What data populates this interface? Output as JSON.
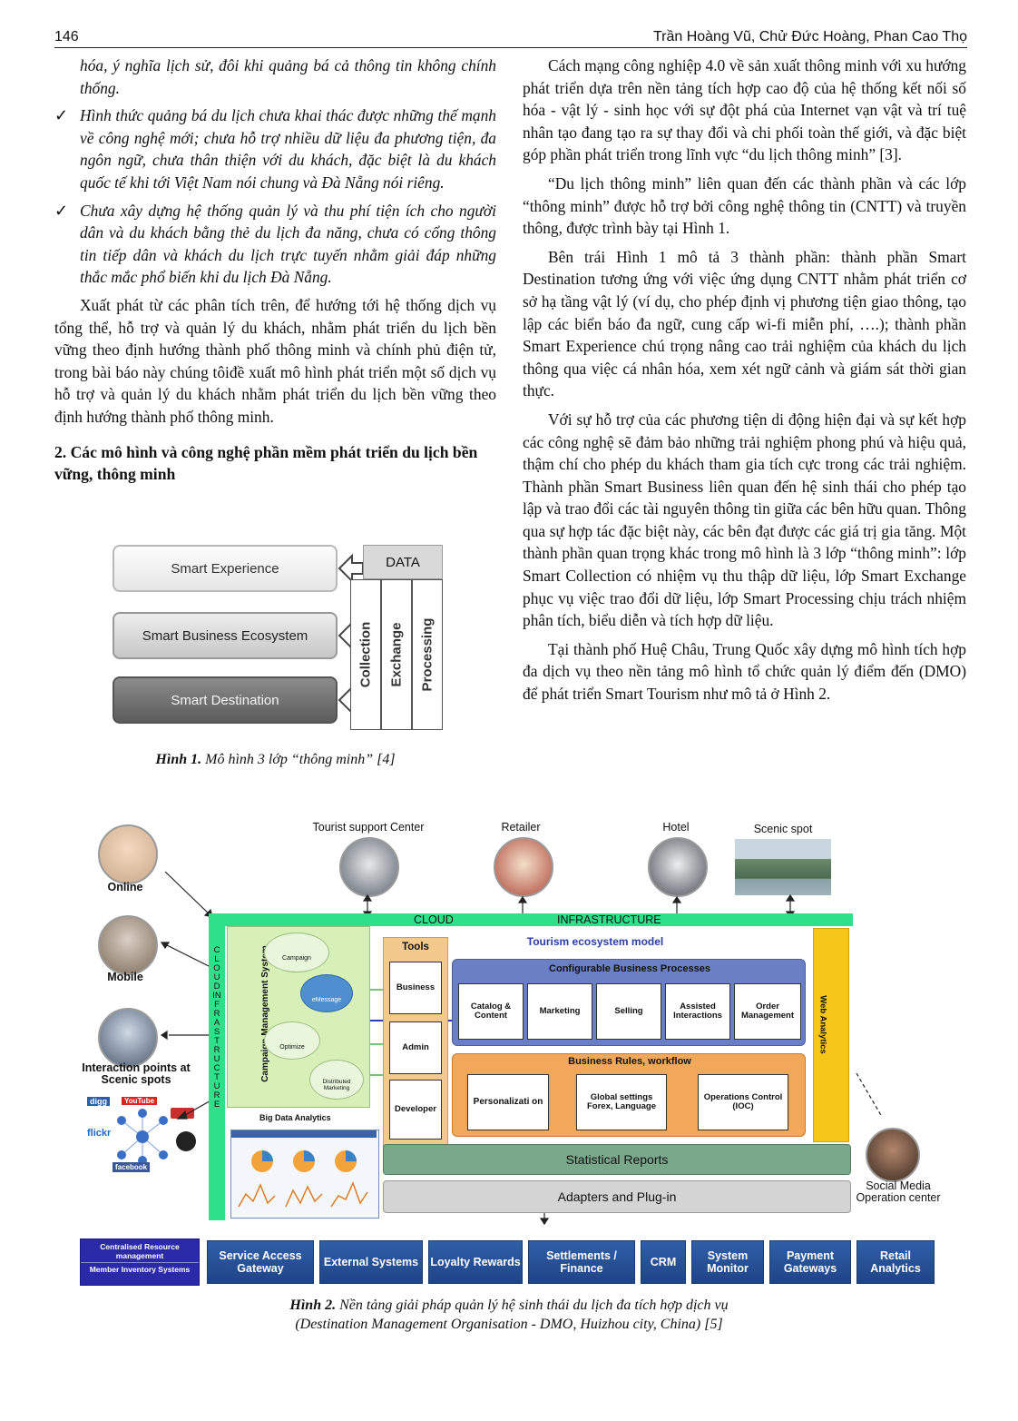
{
  "header": {
    "page_number": "146",
    "authors": "Trần Hoàng Vũ, Chử Đức Hoàng, Phan Cao Thọ"
  },
  "left_column": {
    "bullet0_cont": "hóa, ý nghĩa lịch sử, đôi khi quảng bá cả thông tin không chính thống.",
    "bullet1": "Hình thức quảng bá du lịch chưa khai thác được những thế mạnh về công nghệ mới; chưa hỗ trợ nhiều dữ liệu đa phương tiện, đa ngôn ngữ, chưa thân thiện với du khách, đặc biệt là du khách quốc tế khi tới Việt Nam nói chung và Đà Nẵng nói riêng.",
    "bullet2": "Chưa xây dựng hệ thống quản lý và thu phí tiện ích cho người dân và du khách bằng thẻ du lịch đa năng, chưa có cổng thông tin tiếp dân và khách du lịch trực tuyến nhằm giải đáp những thắc mắc phổ biến khi du lịch Đà Nẵng.",
    "bullet_mark": "✓",
    "para1": "Xuất phát từ các phân tích trên, để hướng tới hệ thống dịch vụ tổng thể, hỗ trợ và quản lý du khách, nhằm phát triển du lịch bền vững theo định hướng thành phố thông minh và chính phủ điện tử, trong bài báo này chúng tôiđề xuất mô hình phát triển một số dịch vụ hỗ trợ và quản lý du khách nhằm phát triển du lịch bền vững theo định hướng thành phố thông minh.",
    "section_heading": "2. Các mô hình và công nghệ phần mềm phát triển du lịch bền vững, thông minh"
  },
  "figure1": {
    "box_experience": "Smart Experience",
    "box_business": "Smart Business Ecosystem",
    "box_destination": "Smart Destination",
    "data_label": "DATA",
    "col_collection": "Collection",
    "col_exchange": "Exchange",
    "col_processing": "Processing",
    "caption_bold": "Hình 1.",
    "caption_text": " Mô hình 3 lớp “thông minh” [4]"
  },
  "right_column": {
    "para1": "Cách mạng công nghiệp 4.0 về sản xuất thông minh với xu hướng phát triển dựa trên nền tảng tích hợp cao độ của hệ thống kết nối số hóa - vật lý - sinh học với sự đột phá của Internet vạn vật và trí tuệ nhân tạo đang tạo ra sự thay đổi và chi phối toàn thế giới, và đặc biệt góp phần phát triển trong lĩnh vực “du lịch thông minh” [3].",
    "para2": "“Du lịch thông minh” liên quan đến các thành phần và các lớp “thông minh” được hỗ trợ bởi công nghệ thông tin (CNTT) và truyền thông, được trình bày tại Hình 1.",
    "para3": "Bên trái Hình 1 mô tả 3 thành phần: thành phần Smart Destination tương ứng với việc ứng dụng CNTT nhằm phát triển cơ sở hạ tầng vật lý (ví dụ, cho phép định vị phương tiện giao thông, tạo lập các biển báo đa ngữ, cung cấp wi-fi miễn phí, ….); thành phần Smart Experience chú trọng nâng cao trải nghiệm của khách du lịch thông qua việc cá nhân hóa, xem xét ngữ cảnh và giám sát thời gian thực.",
    "para4": "Với sự hỗ trợ của các phương tiện di động hiện đại và sự kết hợp các công nghệ sẽ đảm bảo những trải nghiệm phong phú và hiệu quả, thậm chí cho phép du khách tham gia tích cực trong các trải nghiệm. Thành phần Smart Business liên quan đến hệ sinh thái cho phép tạo lập và trao đổi các tài nguyên thông tin giữa các bên hữu quan. Thông qua sự hợp tác đặc biệt này, các bên đạt được các giá trị gia tăng. Một thành phần quan trọng khác trong mô hình là 3 lớp “thông minh”: lớp Smart Collection có nhiệm vụ thu thập dữ liệu, lớp Smart Exchange phục vụ việc trao đổi dữ liệu, lớp Smart Processing chịu trách nhiệm phân tích, biểu diễn và tích hợp dữ liệu.",
    "para5": "Tại thành phố Huệ Châu, Trung Quốc xây dựng mô hình tích hợp đa dịch vụ theo nền tảng mô hình tổ chức quản lý điểm đến (DMO) để phát triển Smart Tourism như mô tả ở Hình 2."
  },
  "figure2": {
    "online": "Online",
    "mobile": "Mobile",
    "interaction": "Interaction points at Scenic spots",
    "tourist_center": "Tourist support Center",
    "retailer": "Retailer",
    "hotel": "Hotel",
    "scenic_spot": "Scenic spot",
    "cloud": "CLOUD",
    "infrastructure": "INFRASTRUCTURE",
    "cloud_vertical": "CLOUD INFRASTRUCTURE",
    "campaign_system": "Campaign Management System",
    "campaign": "Campaign",
    "emessage": "eMessage",
    "optimize": "Optimize",
    "distributed_marketing": "Distributed Marketing",
    "big_data": "Big Data Analytics",
    "tools": "Tools",
    "business": "Business",
    "admin": "Admin",
    "developer": "Developer",
    "ecosystem_model": "Tourism ecosystem model",
    "config_processes": "Configurable Business Processes",
    "catalog": "Catalog & Content",
    "marketing": "Marketing",
    "selling": "Selling",
    "assisted": "Assisted Interactions",
    "order": "Order Management",
    "rules": "Business Rules, workflow",
    "personalization": "Personalizati on",
    "global": "Global settings Forex, Language",
    "operations": "Operations Control (IOC)",
    "web_analytics": "Web Analytics",
    "statistical": "Statistical Reports",
    "adapters": "Adapters and Plug-in",
    "social_center": "Social Media Operation center",
    "social_logos": [
      "digg",
      "YouTube",
      "flickr",
      "facebook"
    ],
    "bottom_left_1": "Centralised Resource management",
    "bottom_left_2": "Member Inventory Systems",
    "bottom_buttons": [
      "Service Access Gateway",
      "External Systems",
      "Loyalty Rewards",
      "Settlements / Finance",
      "CRM",
      "System Monitor",
      "Payment Gateways",
      "Retail Analytics"
    ],
    "caption_bold": "Hình 2.",
    "caption_line1": " Nền tảng giải pháp quản lý hệ sinh thái du lịch đa tích hợp dịch vụ",
    "caption_line2": "(Destination Management Organisation - DMO, Huizhou city, China) [5]",
    "colors": {
      "cloud_green": "#2ee08a",
      "campaign_bg": "#d6f0b8",
      "tools_bg": "#f3c98c",
      "config_bg": "#6b7fc4",
      "rules_bg": "#f2a85b",
      "web_yellow": "#f5c518",
      "stats_bg": "#7aa88a",
      "adapters_bg": "#d4d4d4",
      "bottom_blue": "#234a91",
      "bottom_left_blue": "#2a2aa8"
    }
  }
}
